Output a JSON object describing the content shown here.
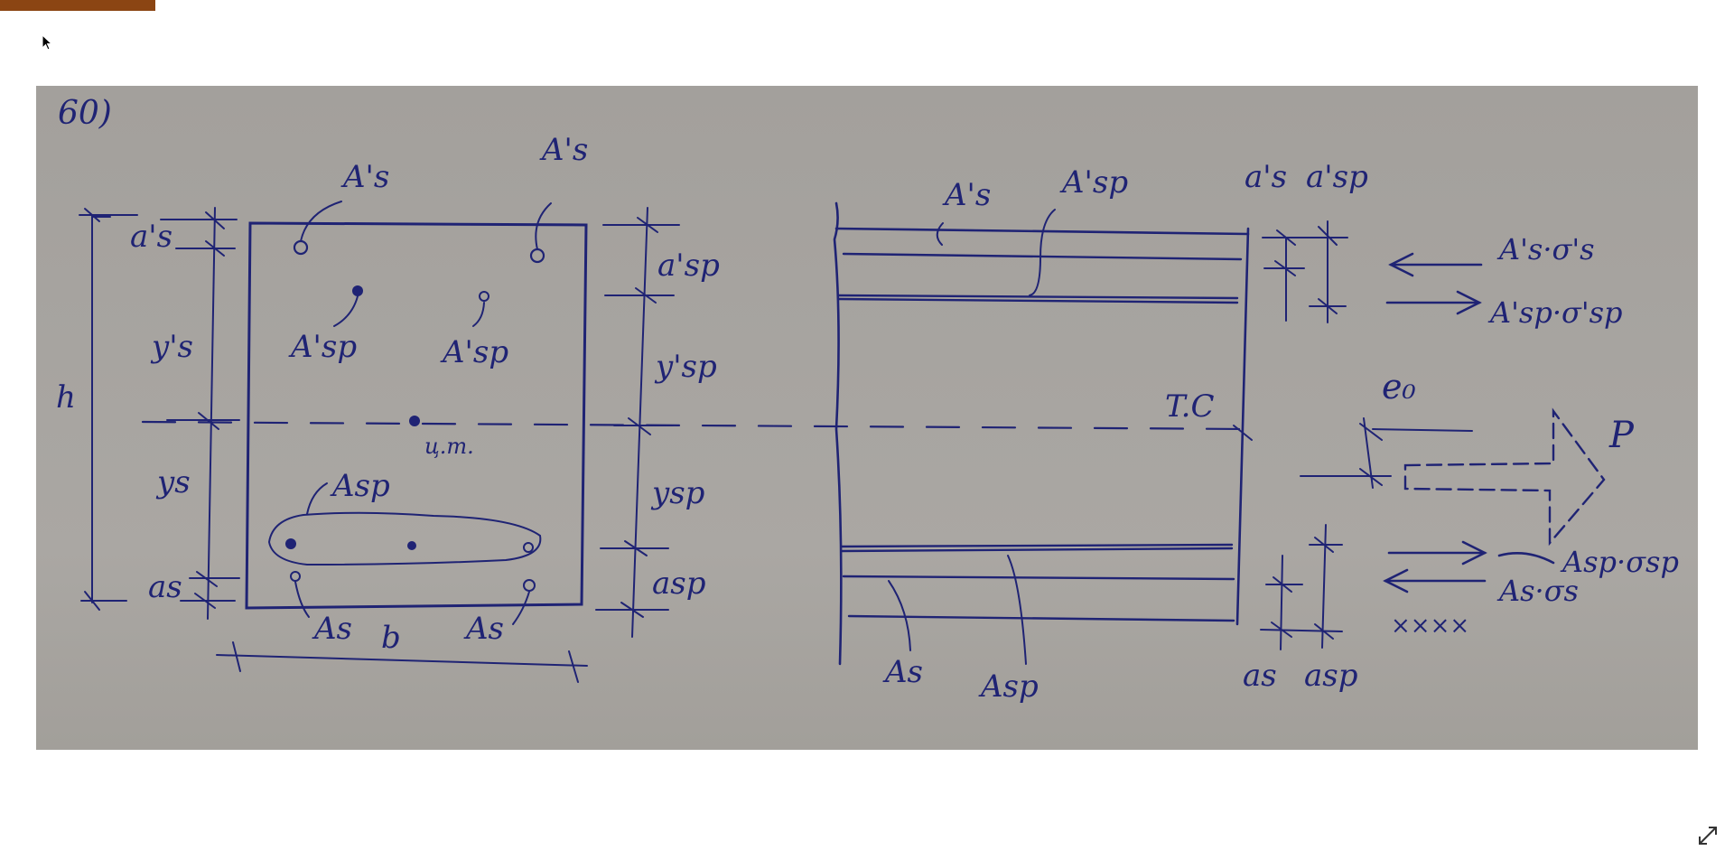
{
  "theme": {
    "accent": "#8b4513",
    "ink": "#1f2374",
    "photo_bg": "#a6a39f"
  },
  "icons": {
    "cursor": "cursor-arrow-icon",
    "expand": "expand-diagonal-icon"
  },
  "figure": {
    "label": "60)",
    "section": {
      "as_prime_top_left": "A's",
      "as_prime_top_right": "A's",
      "asp_prime_left": "A'sp",
      "asp_prime_right": "A'sp",
      "asp_bottom": "Asp",
      "as_bottom_left": "As",
      "as_bottom_right": "As",
      "h": "h",
      "b": "b",
      "center": "ц.т.",
      "dim_as_prime": "a's",
      "dim_ys_prime": "y's",
      "dim_ys": "ys",
      "dim_as": "as",
      "dim_asp_prime": "a'sp",
      "dim_ysp_prime": "y'sp",
      "dim_ysp": "ysp",
      "dim_asp": "asp"
    },
    "elevation": {
      "as_prime": "A's",
      "asp_prime": "A'sp",
      "as": "As",
      "asp": "Asp",
      "tc": "T.C",
      "top_a_s": "a's",
      "top_a_sp": "a'sp",
      "bot_a_s": "as",
      "bot_a_sp": "asp"
    },
    "forces": {
      "f1": "A's·σ's",
      "f2": "A'sp·σ'sp",
      "e0": "e₀",
      "p": "P",
      "f3": "Asp·σsp",
      "f4": "As·σs",
      "hatch": "××××"
    }
  }
}
